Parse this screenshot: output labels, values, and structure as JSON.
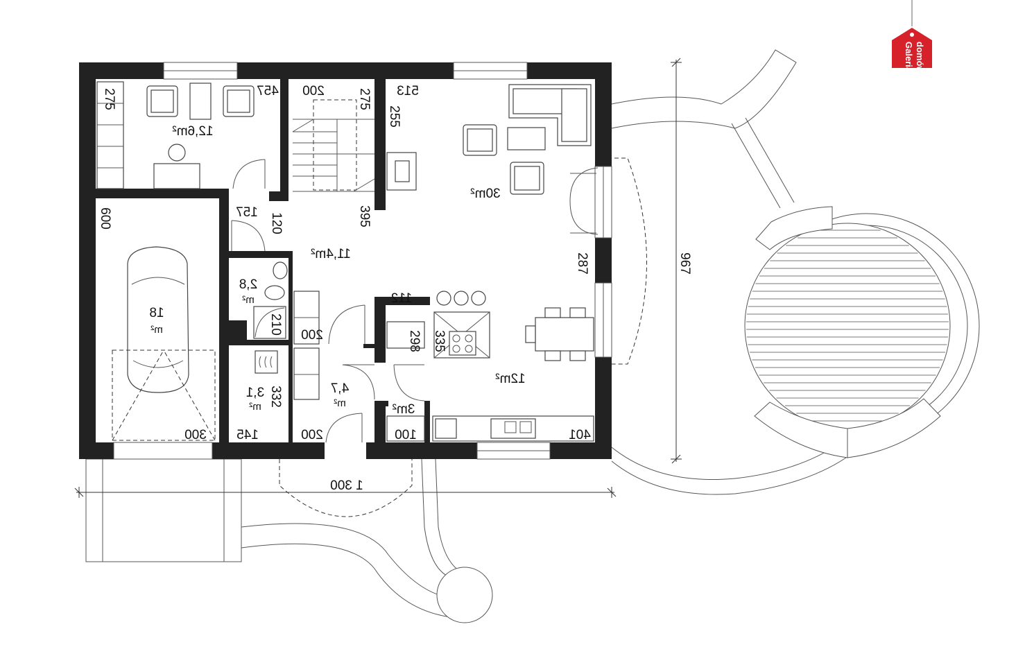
{
  "logo": {
    "text_line1": "Galeria",
    "text_line2": "domów",
    "color": "#d6202a"
  },
  "rooms": {
    "study_area": "12,6m²",
    "garage_area": "18",
    "garage_unit": "m²",
    "hall_area": "11,4m²",
    "living_area": "30m²",
    "bath_area": "2,8",
    "bath_unit": "m²",
    "boiler_area": "3,1",
    "boiler_unit": "m²",
    "vestibule_area": "4,7",
    "vestibule_unit": "m²",
    "kitchen_area": "12m²",
    "pantry_area": "3m²"
  },
  "dimensions": {
    "study_w": "457",
    "study_h": "275",
    "stair_w": "200",
    "stair_h": "275",
    "living_w": "513",
    "fireplace": "255",
    "hall_h": "395",
    "garage_h": "600",
    "hall_w": "157",
    "door_small": "120",
    "bath_w": "210",
    "bath_closet": "200",
    "living_window_h": "287",
    "total_h": "967",
    "pantry_top": "112",
    "pantry_w": "298",
    "kitchen_island": "335",
    "boiler_h": "332",
    "garage_w": "300",
    "boiler_w": "145",
    "vestibule_w": "200",
    "pantry_bottom": "100",
    "kitchen_w": "401",
    "total_w": "1 300"
  },
  "colors": {
    "walls": "#222222",
    "lines": "#555555",
    "logo": "#d6202a"
  }
}
